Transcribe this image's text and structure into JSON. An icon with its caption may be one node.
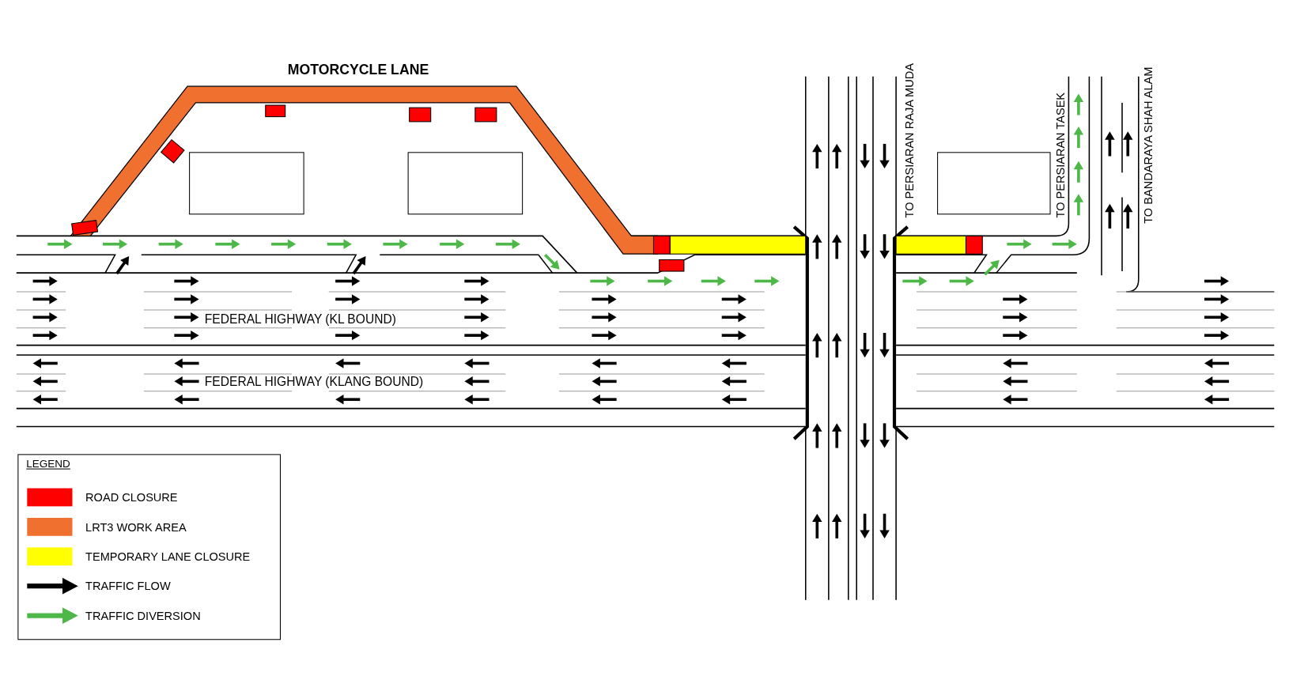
{
  "diagram": {
    "nodes": [
      {
        "text": [],
        "shape": "box"
      },
      {
        "text": [],
        "shape": "box"
      },
      {
        "text": [],
        "shape": "box"
      }
    ],
    "edges": [],
    "labels": [
      "MOTORCYCLE LANE",
      "FEDERAL HIGHWAY (KL BOUND)",
      "FEDERAL HIGHWAY (KLANG BOUND)",
      "TO PERSIARAN RAJA MUDA",
      "TO PERSIARAN TASEK",
      "TO BANDARAYA SHAH ALAM",
      "LEGEND"
    ],
    "legend": [
      {
        "text": "ROAD CLOSURE",
        "color": "#ff0000"
      },
      {
        "text": "LRT3 WORK AREA",
        "color": "#f07030"
      },
      {
        "text": "TEMPORARY LANE CLOSURE",
        "color": "#ffff00"
      },
      {
        "text": "TRAFFIC FLOW"
      },
      {
        "text": "TRAFFIC DIVERSION"
      }
    ]
  }
}
